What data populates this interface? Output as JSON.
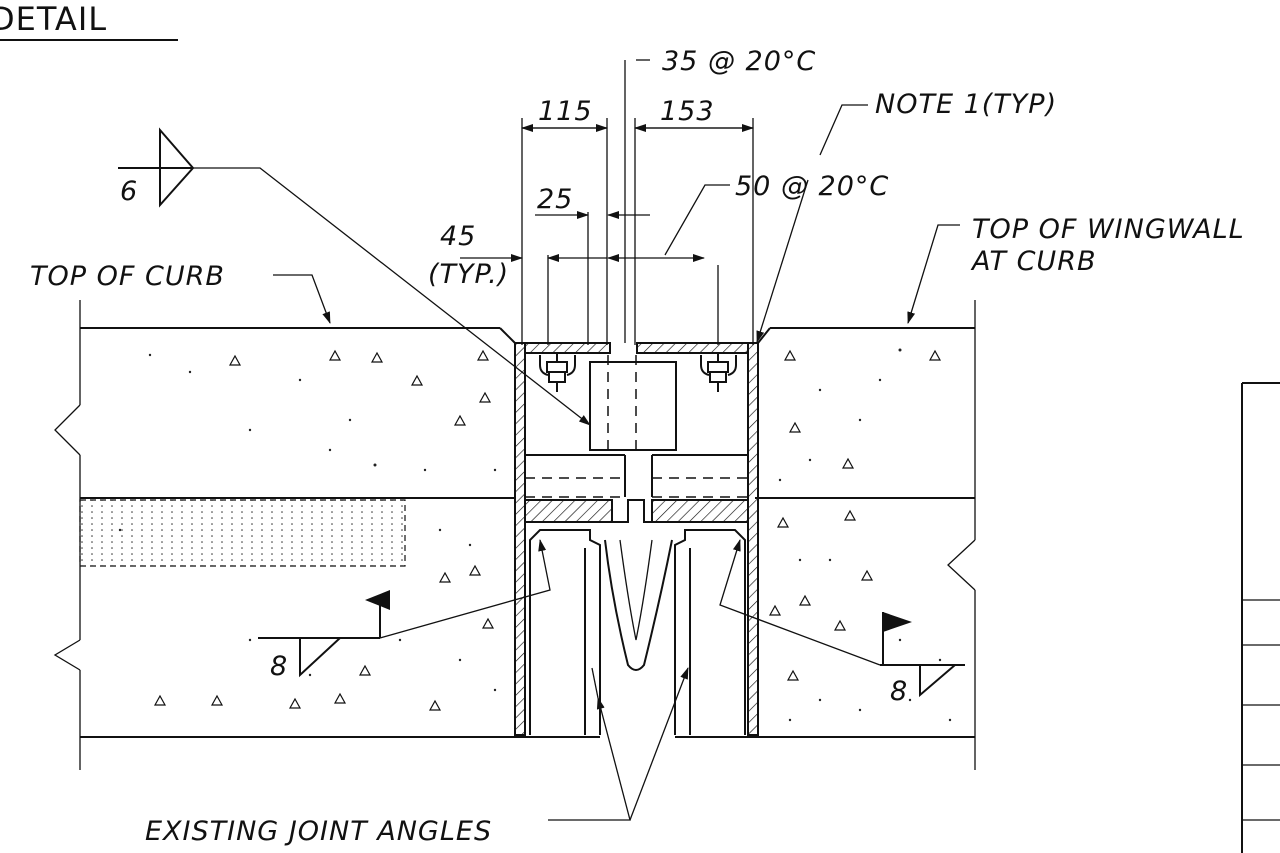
{
  "drawing": {
    "title_fragment": "DETAIL",
    "labels": {
      "top_of_curb": "TOP OF CURB",
      "top_of_wingwall_line1": "TOP OF WINGWALL",
      "top_of_wingwall_line2": "AT CURB",
      "note": "NOTE 1(TYP)",
      "gap_35": "35 @ 20°C",
      "gap_50": "50 @ 20°C",
      "existing_angles": "EXISTING JOINT ANGLES"
    },
    "dimensions": {
      "left_width": "115",
      "right_width": "153",
      "d25": "25",
      "d45": "45",
      "d45_note": "(TYP.)"
    },
    "welds": {
      "upper_left": "6",
      "lower_left": "8",
      "lower_right": "8"
    }
  }
}
